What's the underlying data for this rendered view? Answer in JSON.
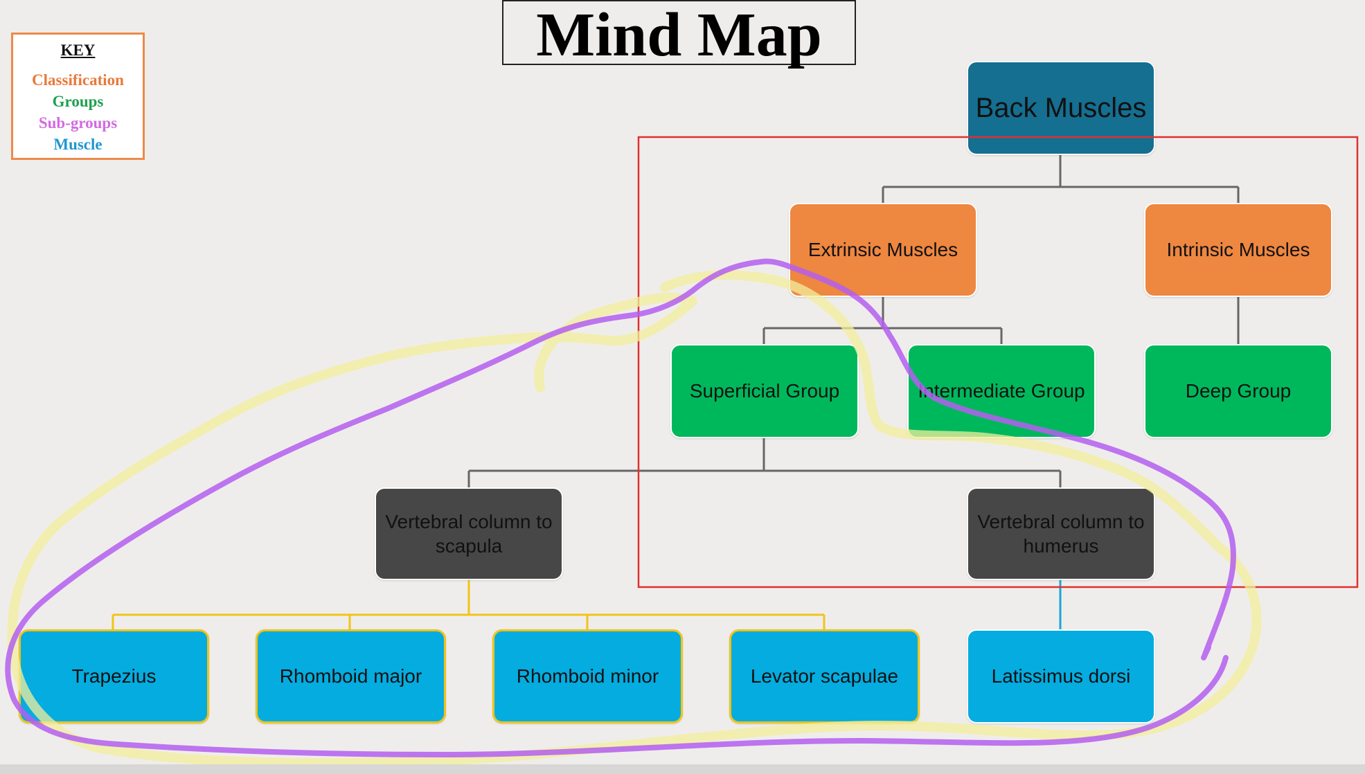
{
  "title": "Mind Map",
  "key": {
    "heading": "KEY",
    "items": [
      {
        "label": "Classification",
        "color": "#e8793a"
      },
      {
        "label": "Groups",
        "color": "#20a050"
      },
      {
        "label": "Sub-groups",
        "color": "#d36be0"
      },
      {
        "label": "Muscle",
        "color": "#1f97d0"
      }
    ]
  },
  "nodes": {
    "root": "Back Muscles",
    "extrinsic": "Extrinsic Muscles",
    "intrinsic": "Intrinsic Muscles",
    "superficial": "Superficial Group",
    "intermediate": "Intermediate Group",
    "deep": "Deep Group",
    "vc_scapula": "Vertebral column to scapula",
    "vc_humerus": "Vertebral column to humerus",
    "trapezius": "Trapezius",
    "rhomboid_major": "Rhomboid major",
    "rhomboid_minor": "Rhomboid minor",
    "levator_scapulae": "Levator scapulae",
    "latissimus_dorsi": "Latissimus dorsi"
  },
  "colors": {
    "root": "#146f91",
    "classification": "#ee8740",
    "group": "#00b85c",
    "sub_group": "#474747",
    "muscle": "#04ace0",
    "highlight_rect": "#e03030",
    "purple_annotation": "#b45ef0",
    "yellow_annotation": "#f2ee9c"
  }
}
